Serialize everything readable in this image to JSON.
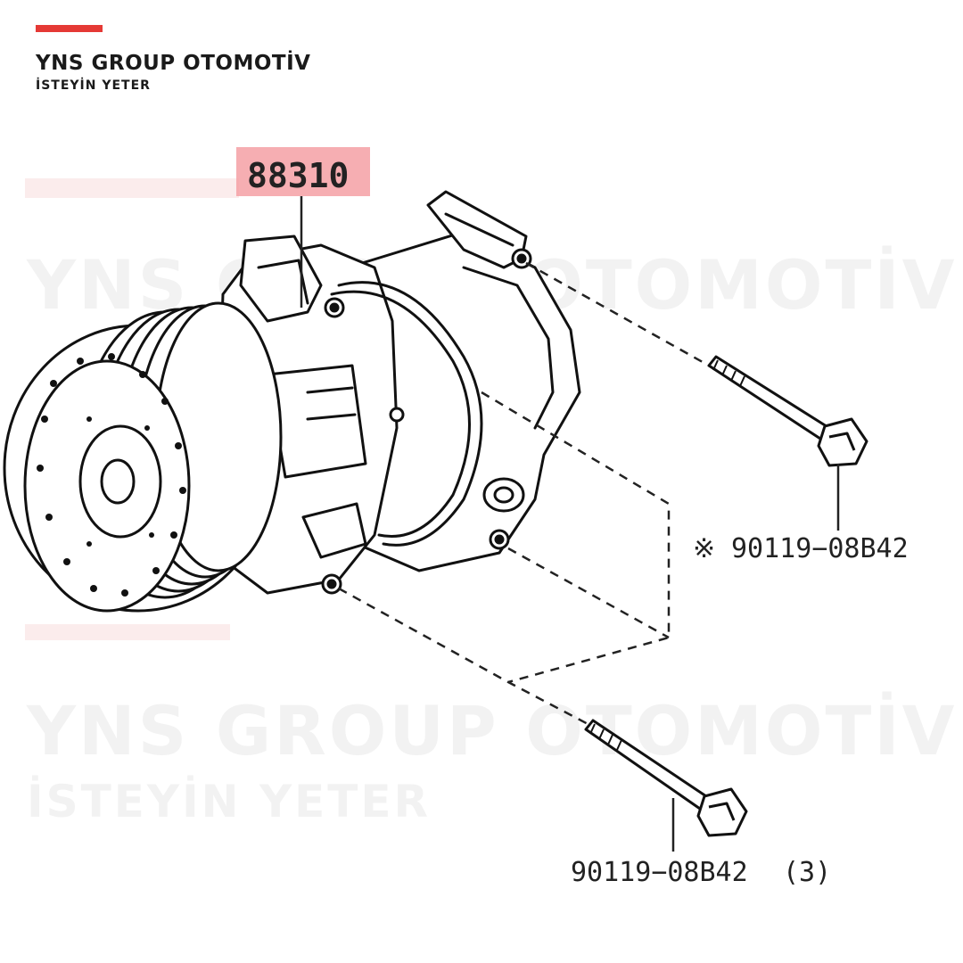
{
  "brand": {
    "name": "YNS GROUP OTOMOTİV",
    "tagline": "İSTEYİN YETER",
    "accent_color": "#e53935"
  },
  "watermark": {
    "line1": "YNS GROUP OTOMOTİV",
    "line2": "İSTEYİN YETER"
  },
  "parts": {
    "compressor": {
      "number": "88310",
      "highlight_color": "#f4a0a5"
    },
    "bolt_single": {
      "number": "90119−08B42",
      "prefix_mark": "※"
    },
    "bolt_multi": {
      "number": "90119−08B42",
      "quantity": "(3)"
    }
  }
}
